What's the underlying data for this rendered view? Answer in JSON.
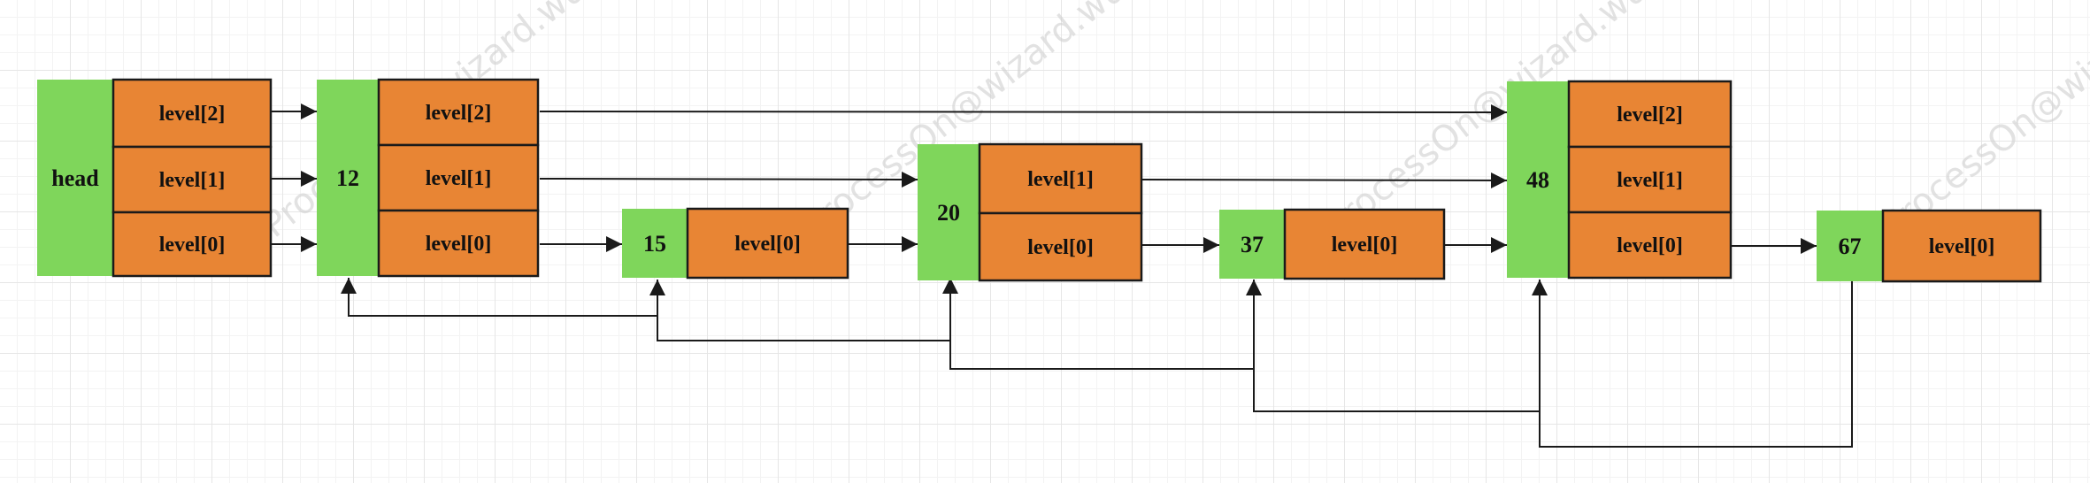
{
  "watermark_text": "ProcessOn@wizard.wu",
  "colors": {
    "node_fill": "#7fd65b",
    "level_fill": "#e88534",
    "stroke": "#1a1a1a",
    "grid": "#e6e6e6"
  },
  "nodes": [
    {
      "key": "head",
      "label": "head",
      "levels": [
        "level[2]",
        "level[1]",
        "level[0]"
      ]
    },
    {
      "key": "12",
      "label": "12",
      "levels": [
        "level[2]",
        "level[1]",
        "level[0]"
      ]
    },
    {
      "key": "15",
      "label": "15",
      "levels": [
        "level[0]"
      ]
    },
    {
      "key": "20",
      "label": "20",
      "levels": [
        "level[1]",
        "level[0]"
      ]
    },
    {
      "key": "37",
      "label": "37",
      "levels": [
        "level[0]"
      ]
    },
    {
      "key": "48",
      "label": "48",
      "levels": [
        "level[2]",
        "level[1]",
        "level[0]"
      ]
    },
    {
      "key": "67",
      "label": "67",
      "levels": [
        "level[0]"
      ]
    }
  ]
}
